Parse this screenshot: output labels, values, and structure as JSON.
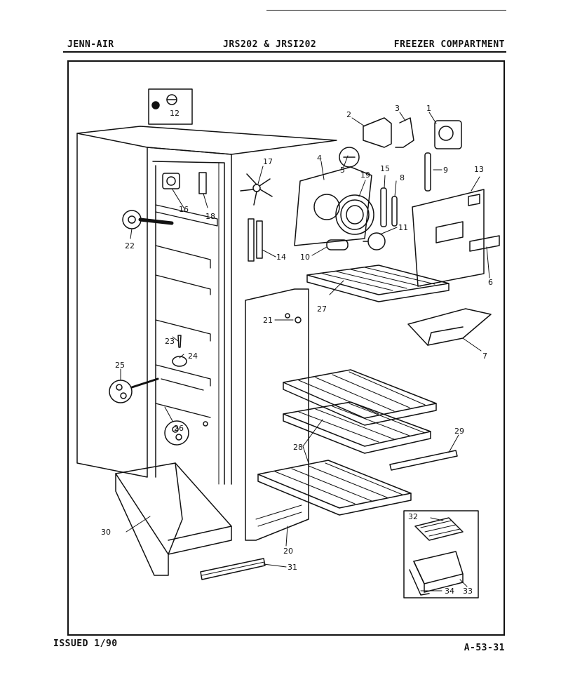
{
  "header": {
    "brand": "JENN-AIR",
    "model": "JRS202 & JRSI202",
    "section": "FREEZER COMPARTMENT"
  },
  "footer": {
    "issued": "ISSUED 1/90",
    "page_code": "A-53-31"
  },
  "part_labels": {
    "p1": "1",
    "p2": "2",
    "p3": "3",
    "p4": "4",
    "p5": "5",
    "p6": "6",
    "p7": "7",
    "p8": "8",
    "p9": "9",
    "p10": "10",
    "p11": "11",
    "p12": "12",
    "p13": "13",
    "p14": "14",
    "p15": "15",
    "p16": "16",
    "p17": "17",
    "p18": "18",
    "p19": "19",
    "p20": "20",
    "p21": "21",
    "p22": "22",
    "p23": "23",
    "p24": "24",
    "p25": "25",
    "p26": "26",
    "p27": "27",
    "p28": "28",
    "p29": "29",
    "p30": "30",
    "p31": "31",
    "p32": "32",
    "p33": "33",
    "p34": "34"
  }
}
